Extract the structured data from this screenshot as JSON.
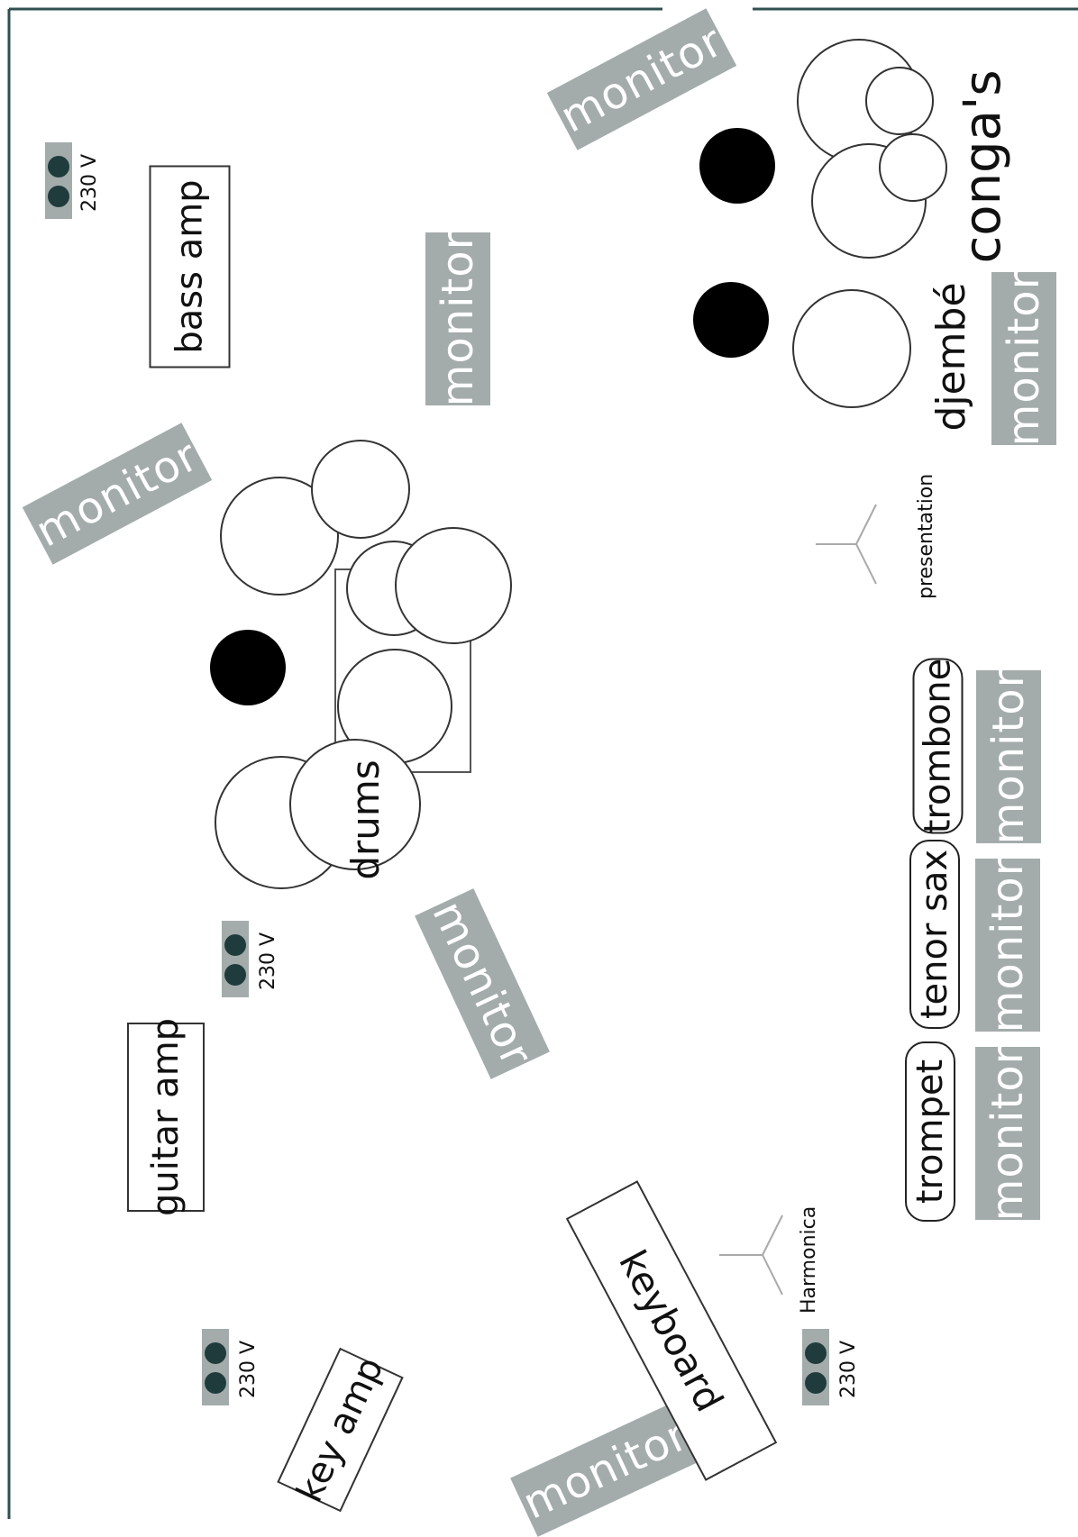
{
  "labels": {
    "monitor": "monitor",
    "bass_amp": "bass amp",
    "guitar_amp": "guitar amp",
    "key_amp": "key amp",
    "keyboard": "keyboard",
    "drums": "drums",
    "djembe": "djembé",
    "congas": "conga's",
    "presentation": "presentation",
    "harmonica": "Harmonica",
    "trompet": "trompet",
    "tenor_sax": "tenor sax",
    "trombone": "trombone",
    "power": "230 V"
  },
  "colors": {
    "monitor_fill": "#a3acab",
    "socket_dot": "#1f3b3c",
    "stroke": "#333333"
  },
  "icons": [
    "mic-stand-icon",
    "power-socket-icon",
    "performer-icon",
    "drum-circle-icon"
  ]
}
